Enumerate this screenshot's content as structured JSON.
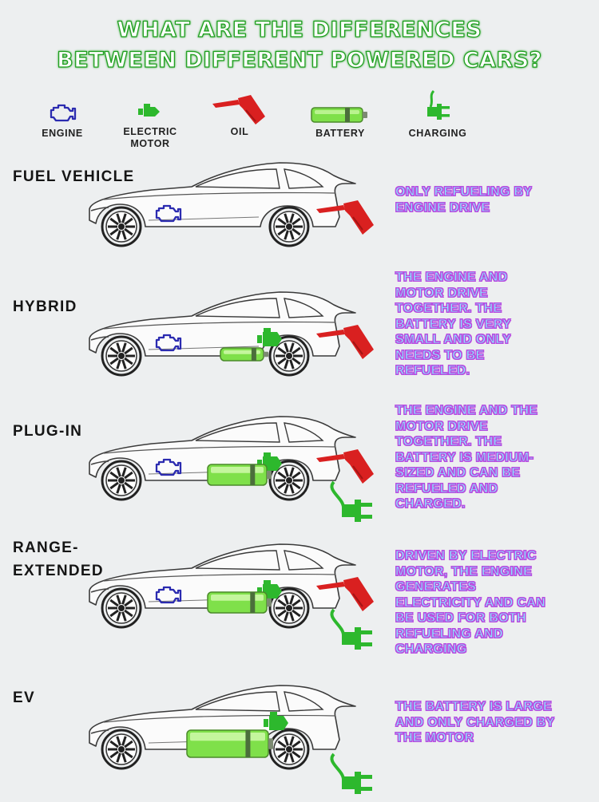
{
  "title": {
    "line1": "WHAT ARE THE DIFFERENCES",
    "line2": "BETWEEN DIFFERENT POWERED CARS?"
  },
  "legend": [
    {
      "icon": "engine-icon",
      "label": "ENGINE"
    },
    {
      "icon": "electric-motor-icon",
      "label": "ELECTRIC\nMOTOR"
    },
    {
      "icon": "oil-nozzle-icon",
      "label": "OIL"
    },
    {
      "icon": "battery-icon",
      "label": "BATTERY"
    },
    {
      "icon": "charging-plug-icon",
      "label": "CHARGING"
    }
  ],
  "rows": [
    {
      "label": "FUEL VEHICLE",
      "description": "ONLY REFUELING BY ENGINE DRIVE",
      "components": [
        "engine",
        "oil"
      ]
    },
    {
      "label": "HYBRID",
      "description": "THE ENGINE AND MOTOR DRIVE TOGETHER. THE BATTERY IS VERY SMALL AND ONLY NEEDS TO BE REFUELED.",
      "components": [
        "engine",
        "motor",
        "battery-small",
        "oil"
      ]
    },
    {
      "label": "PLUG-IN",
      "description": "THE ENGINE AND THE MOTOR DRIVE TOGETHER. THE BATTERY IS MEDIUM-SIZED AND CAN BE REFUELED AND CHARGED.",
      "components": [
        "engine",
        "motor",
        "battery-medium",
        "oil",
        "charging"
      ]
    },
    {
      "label": "RANGE-\nEXTENDED",
      "description": "DRIVEN BY ELECTRIC MOTOR, THE ENGINE GENERATES ELECTRICITY AND CAN BE USED FOR BOTH REFUELING AND CHARGING",
      "components": [
        "engine",
        "motor",
        "battery-medium",
        "oil",
        "charging"
      ]
    },
    {
      "label": "EV",
      "description": "THE BATTERY IS LARGE AND ONLY CHARGED BY THE MOTOR",
      "components": [
        "motor",
        "battery-large",
        "charging"
      ]
    }
  ],
  "colors": {
    "title_green": "#23a823",
    "engine_blue": "#2b2bb0",
    "motor_green": "#2db82d",
    "oil_red": "#d92020",
    "battery_green": "#7fe04a",
    "desc_fill": "#8ae9ff",
    "desc_stroke": "#b84be0",
    "background": "#edeff0"
  }
}
